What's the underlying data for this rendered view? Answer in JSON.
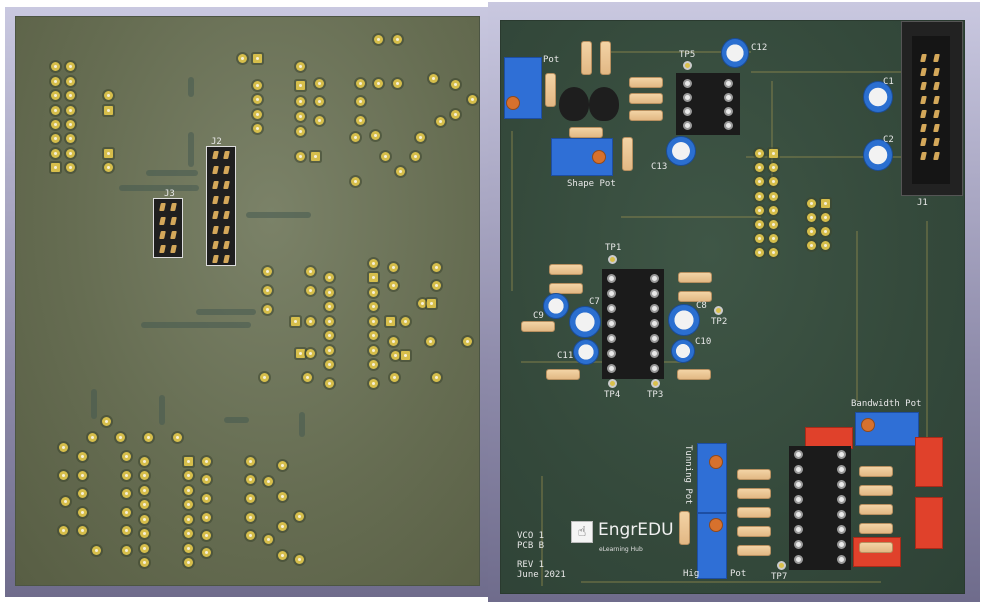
{
  "view": {
    "description": "3D PCB render, bottom side (left) and top side (right)",
    "colors": {
      "bottom_board": "#666d52",
      "top_board": "#34493b",
      "frame": "#8f8cab",
      "pad_gold": "#d6be4b",
      "pot_blue": "#2f6fd6",
      "capacitor_blue": "#2b6fd0",
      "film_cap_red": "#e0412b",
      "resistor_tan": "#e8c290"
    }
  },
  "bottom_side": {
    "connectors": [
      {
        "ref": "J2",
        "pins": 16
      },
      {
        "ref": "J3",
        "pins": 8
      }
    ]
  },
  "top_side": {
    "silkscreen": {
      "pot": "Pot",
      "shape_pot": "Shape Pot",
      "bandwidth_pot": "Bandwidth Pot",
      "tunning_pot": "Tunning Pot",
      "high_pot_a": "Hig",
      "high_pot_b": "Pot",
      "j1": "J1",
      "c1": "C1",
      "c2": "C2",
      "c7": "C7",
      "c8": "C8",
      "c9": "C9",
      "c10": "C10",
      "c11": "C11",
      "c12": "C12",
      "c13": "C13",
      "tp1": "TP1",
      "tp2": "TP2",
      "tp3": "TP3",
      "tp4": "TP4",
      "tp5": "TP5",
      "tp7": "TP7"
    },
    "board_info": {
      "line1": "VCO 1",
      "line2": "PCB B",
      "line3": "REV 1",
      "line4": "June 2021"
    },
    "logo": {
      "icon": "hand-pointer-icon",
      "name": "EngrEDU",
      "subtitle": "eLearning Hub"
    }
  }
}
